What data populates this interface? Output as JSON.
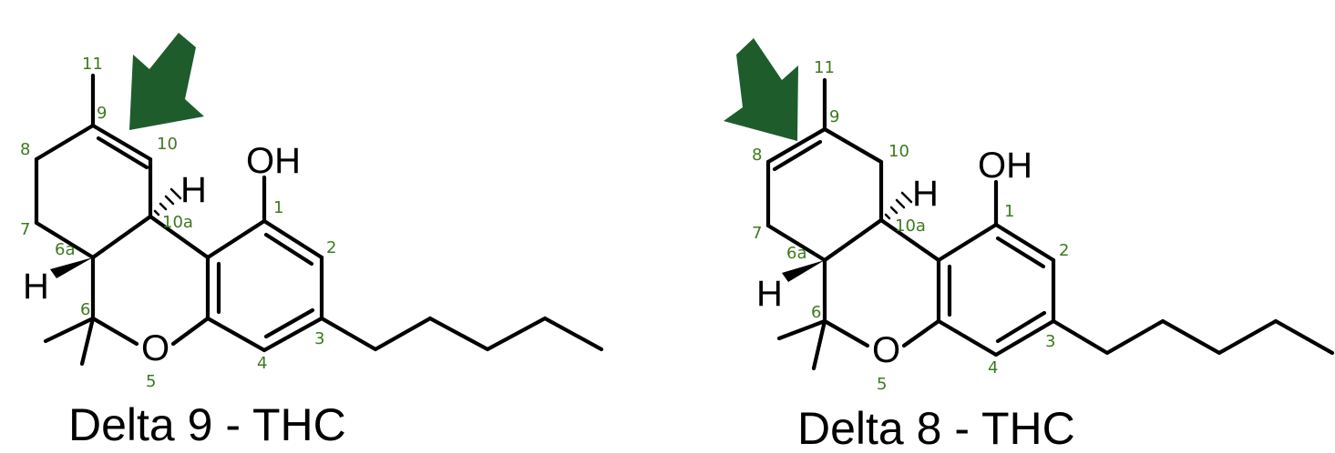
{
  "colors": {
    "bonds": "#000000",
    "numbering": "#3d7a1e",
    "arrow": "#1e5c2c",
    "background": "#ffffff"
  },
  "icons": {
    "double-bond-pointer": "arrow-icon"
  },
  "molecules": [
    {
      "caption": "Delta 9 - THC",
      "hydroxyl_label": "OH",
      "ring_oxygen_label": "O",
      "stereo_h_labels": [
        "H",
        "H"
      ],
      "numbering": {
        "n1": "1",
        "n2": "2",
        "n3": "3",
        "n4": "4",
        "n5": "5",
        "n6": "6",
        "n6a": "6a",
        "n7": "7",
        "n8": "8",
        "n9": "9",
        "n10": "10",
        "n10a": "10a",
        "n11": "11"
      },
      "highlighted_double_bond": "9-10"
    },
    {
      "caption": "Delta 8 - THC",
      "hydroxyl_label": "OH",
      "ring_oxygen_label": "O",
      "stereo_h_labels": [
        "H",
        "H"
      ],
      "numbering": {
        "n1": "1",
        "n2": "2",
        "n3": "3",
        "n4": "4",
        "n5": "5",
        "n6": "6",
        "n6a": "6a",
        "n7": "7",
        "n8": "8",
        "n9": "9",
        "n10": "10",
        "n10a": "10a",
        "n11": "11"
      },
      "highlighted_double_bond": "8-9"
    }
  ]
}
